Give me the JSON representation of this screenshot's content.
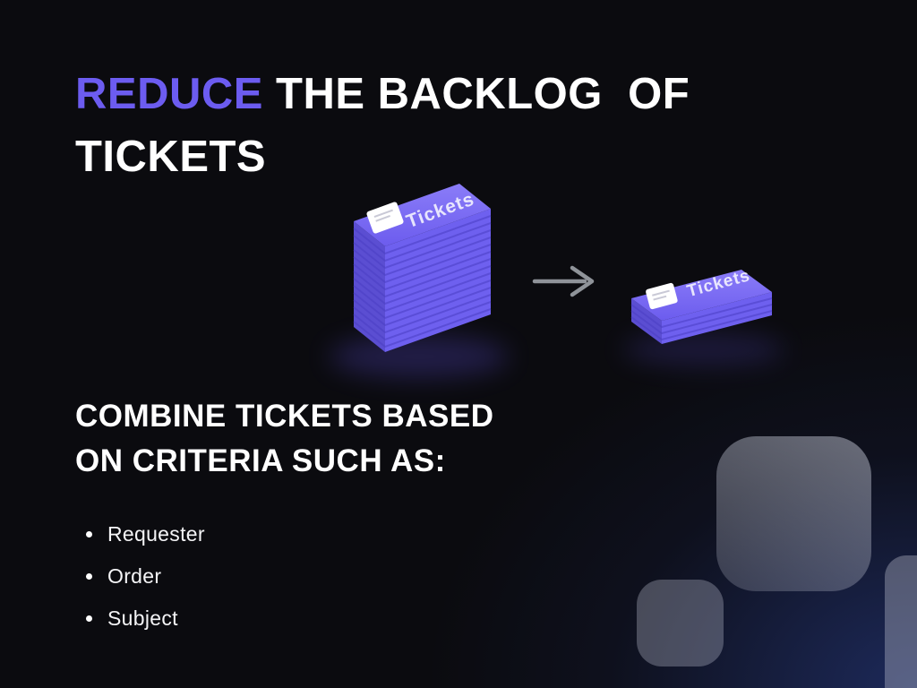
{
  "slide": {
    "title": {
      "accent": "REDUCE",
      "rest": " THE BACKLOG  OF TICKETS"
    },
    "subtitle": {
      "line1": "COMBINE TICKETS BASED",
      "line2": "ON CRITERIA SUCH AS:"
    },
    "bullets": [
      "Requester",
      "Order",
      "Subject"
    ]
  },
  "illustration": {
    "big_stack_label": "Tickets",
    "small_stack_label": "Tickets"
  },
  "colors": {
    "accent_purple": "#6C5CF0",
    "ticket_top": "#7668F2",
    "ticket_side_left": "#5B4ED2",
    "ticket_side_right": "#6E60EF",
    "arrow_gray": "#8F9399",
    "decor_gray": "#9CA0AE",
    "background": "#0B0B0F"
  }
}
